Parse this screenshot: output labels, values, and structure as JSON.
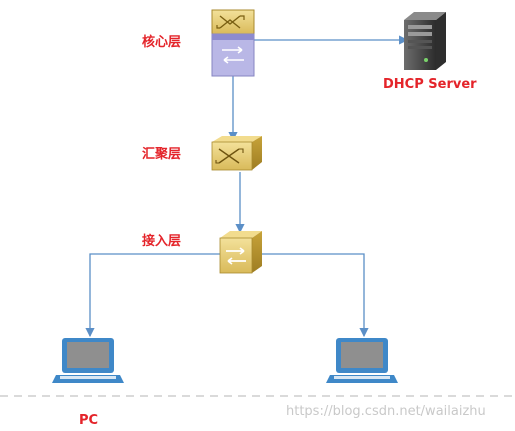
{
  "layers": {
    "core": "核心层",
    "aggregation": "汇聚层",
    "access": "接入层"
  },
  "server_label": "DHCP Server",
  "pc_label": "PC",
  "watermark": "https://blog.csdn.net/wailaizhu",
  "colors": {
    "label": "#e4242a",
    "link": "#5b8fc7",
    "switch_gold": "#c9a641",
    "core_lower": "#b9b7e6",
    "laptop": "#3f88c8",
    "dashed": "#b5b5b5"
  }
}
